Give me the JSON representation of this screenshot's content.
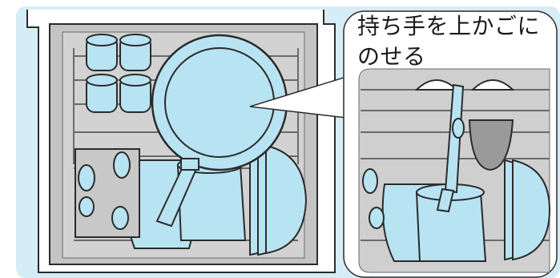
{
  "callout": {
    "line1": "持ち手を上かごに",
    "line2": "のせる"
  },
  "colors": {
    "backdrop": "#d6ecf6",
    "outline": "#2b2b2b",
    "interior": "#bdbdbd",
    "item_fill": "#b8e3f2",
    "callout_panel": "#e8e8e8"
  },
  "icons": [
    "dishwasher-illustration",
    "frying-pan",
    "magnifier-callout"
  ]
}
